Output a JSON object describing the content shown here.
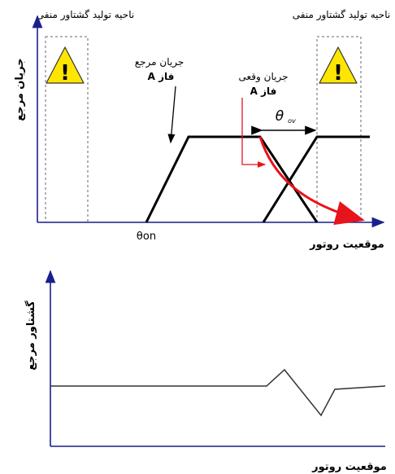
{
  "top": {
    "zone_left_label": "ناحیه تولید گشتاور منفی",
    "zone_right_label": "ناحیه تولید گشتاور منفی",
    "y_axis_label": "جریان مرجع",
    "x_axis_label": "موقعیت روتور",
    "ref_current_line1": "جریان مرجع",
    "ref_current_line2": "فاز A",
    "actual_current_line1": "جریان وقعی",
    "actual_current_line2": "فاز A",
    "theta_on_label": "θon",
    "theta_symbol": "θ",
    "theta_sub": "ov",
    "warning_glyph": "!"
  },
  "bottom": {
    "y_axis_label": "گشتاور مرجع",
    "x_axis_label": "موقعیت روتور"
  },
  "colors": {
    "axis": "#1a1f8c",
    "trace": "#000000",
    "actual": "#e8141b",
    "warning_fill": "#ffe600",
    "zone_border": "#666666"
  },
  "icons": [
    "warning-icon",
    "arrow-icon"
  ]
}
